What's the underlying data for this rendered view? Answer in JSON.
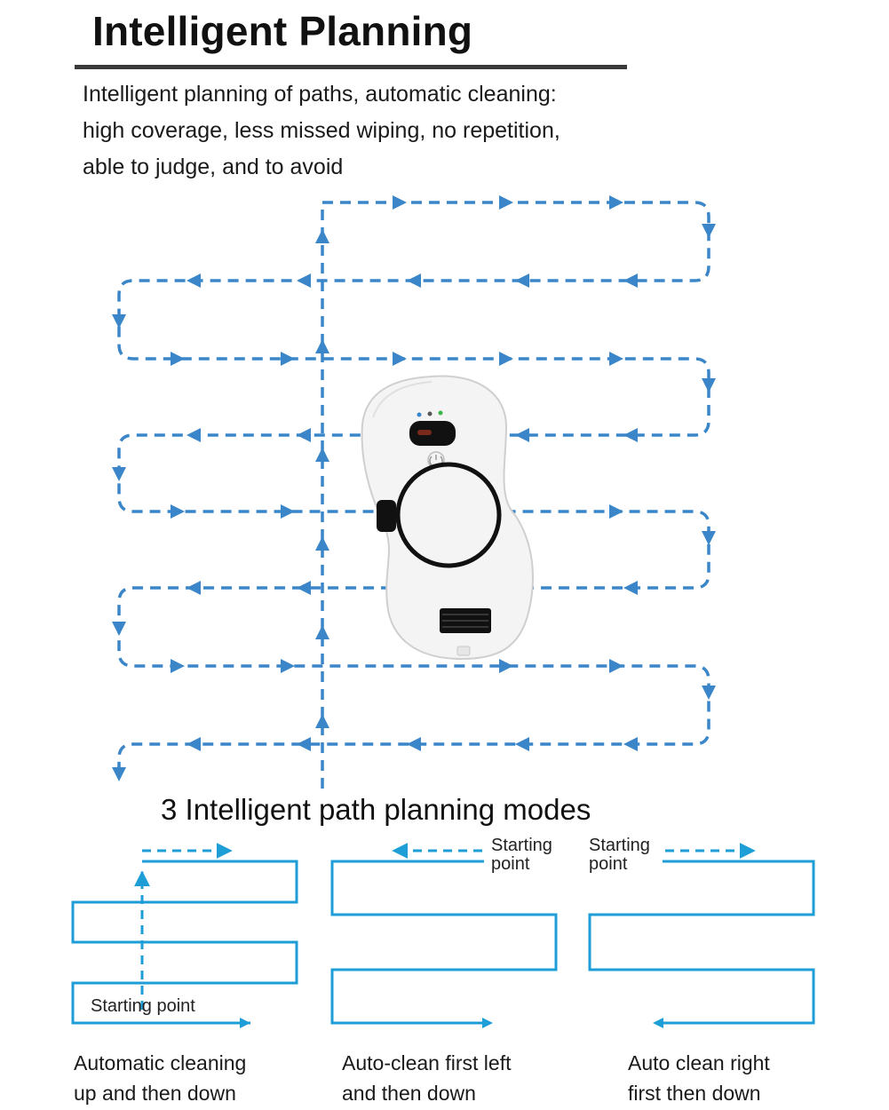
{
  "header": {
    "title": "Intelligent Planning",
    "description": [
      "Intelligent planning of paths, automatic cleaning:",
      "high coverage, less missed wiping, no repetition,",
      "able to judge, and to avoid"
    ]
  },
  "diagram": {
    "path_color": "#3a86c8",
    "robot_color": "#f4f4f4"
  },
  "modes": {
    "title": "3 Intelligent path planning modes",
    "line_color": "#1e9ed6",
    "mode1": {
      "start_label": "Starting point",
      "caption": [
        "Automatic cleaning",
        "up and then down"
      ]
    },
    "mode2": {
      "start_label": [
        "Starting",
        "point"
      ],
      "caption": [
        "Auto-clean first left",
        "and then down"
      ]
    },
    "mode3": {
      "start_label": [
        "Starting",
        "point"
      ],
      "caption": [
        "Auto clean right",
        "first then down"
      ]
    }
  }
}
